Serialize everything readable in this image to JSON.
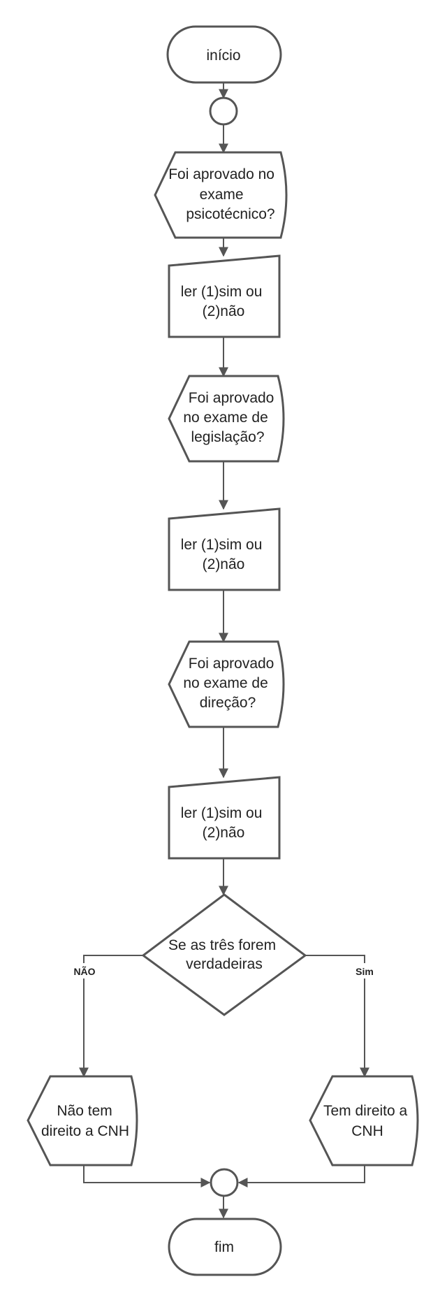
{
  "start": "início",
  "q_psico": [
    "Foi aprovado no",
    "exame",
    "psicotécnico?"
  ],
  "read_1": [
    "ler (1)sim ou",
    "(2)não"
  ],
  "q_legis": [
    "Foi aprovado",
    "no exame de",
    "legislação?"
  ],
  "read_2": [
    "ler (1)sim ou",
    "(2)não"
  ],
  "q_dir": [
    "Foi aprovado",
    "no exame de",
    "direção?"
  ],
  "read_3": [
    "ler (1)sim ou",
    "(2)não"
  ],
  "decision": [
    "Se as três forem",
    "verdadeiras"
  ],
  "no_label": "NÃO",
  "yes_label": "Sim",
  "out_no": [
    "Não tem",
    "direito a CNH"
  ],
  "out_yes": [
    "Tem direito a",
    "CNH"
  ],
  "end": "fim"
}
